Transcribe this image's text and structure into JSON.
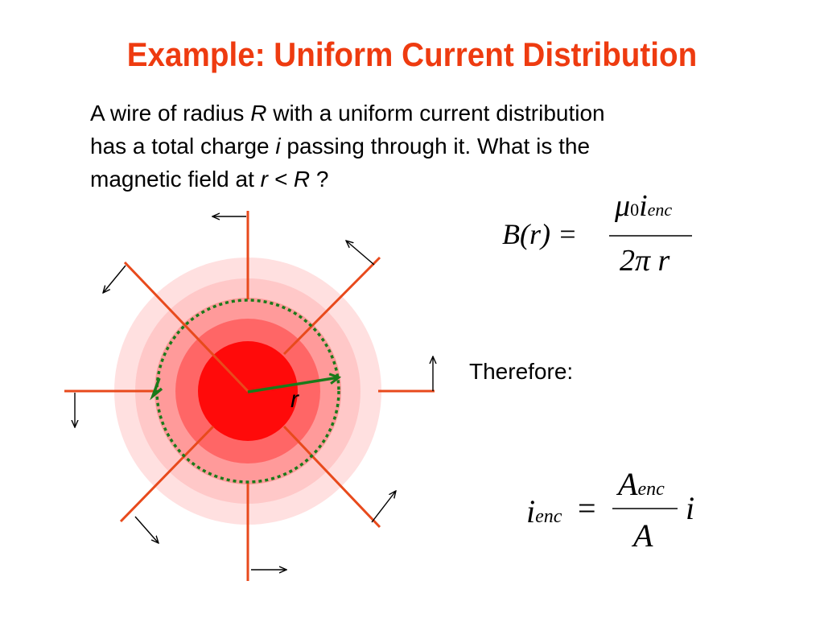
{
  "title": "Example: Uniform Current Distribution",
  "problem": {
    "part1": "A wire of radius ",
    "R1": "R",
    "part2": " with a uniform current distribution",
    "line2a": "has a total charge ",
    "i1": "i",
    "line2b": " passing through it. What is the",
    "line3a": "magnetic field at ",
    "cond": "r < R",
    "line3b": " ?"
  },
  "therefore": "Therefore:",
  "diagram": {
    "radius_label": "r",
    "colors": {
      "wire": "#e84a1c",
      "core": "#ff0a0a",
      "ring1": "#ff6666",
      "ring2": "#ff9a9a",
      "ring3": "#ffc8c8",
      "ring4": "#ffe0e0",
      "amperian_loop": "#1a7a1a"
    }
  },
  "equation1": {
    "lhs": "B(r) =",
    "numerator_mu": "μ",
    "numerator_sub0": "0",
    "numerator_i": "i",
    "numerator_sub": "enc",
    "denominator": "2π r"
  },
  "equation2": {
    "lhs_i": "i",
    "lhs_sub": "enc",
    "eq": "=",
    "num_A": "A",
    "num_sub": "enc",
    "den": "A",
    "rhs": "i"
  }
}
